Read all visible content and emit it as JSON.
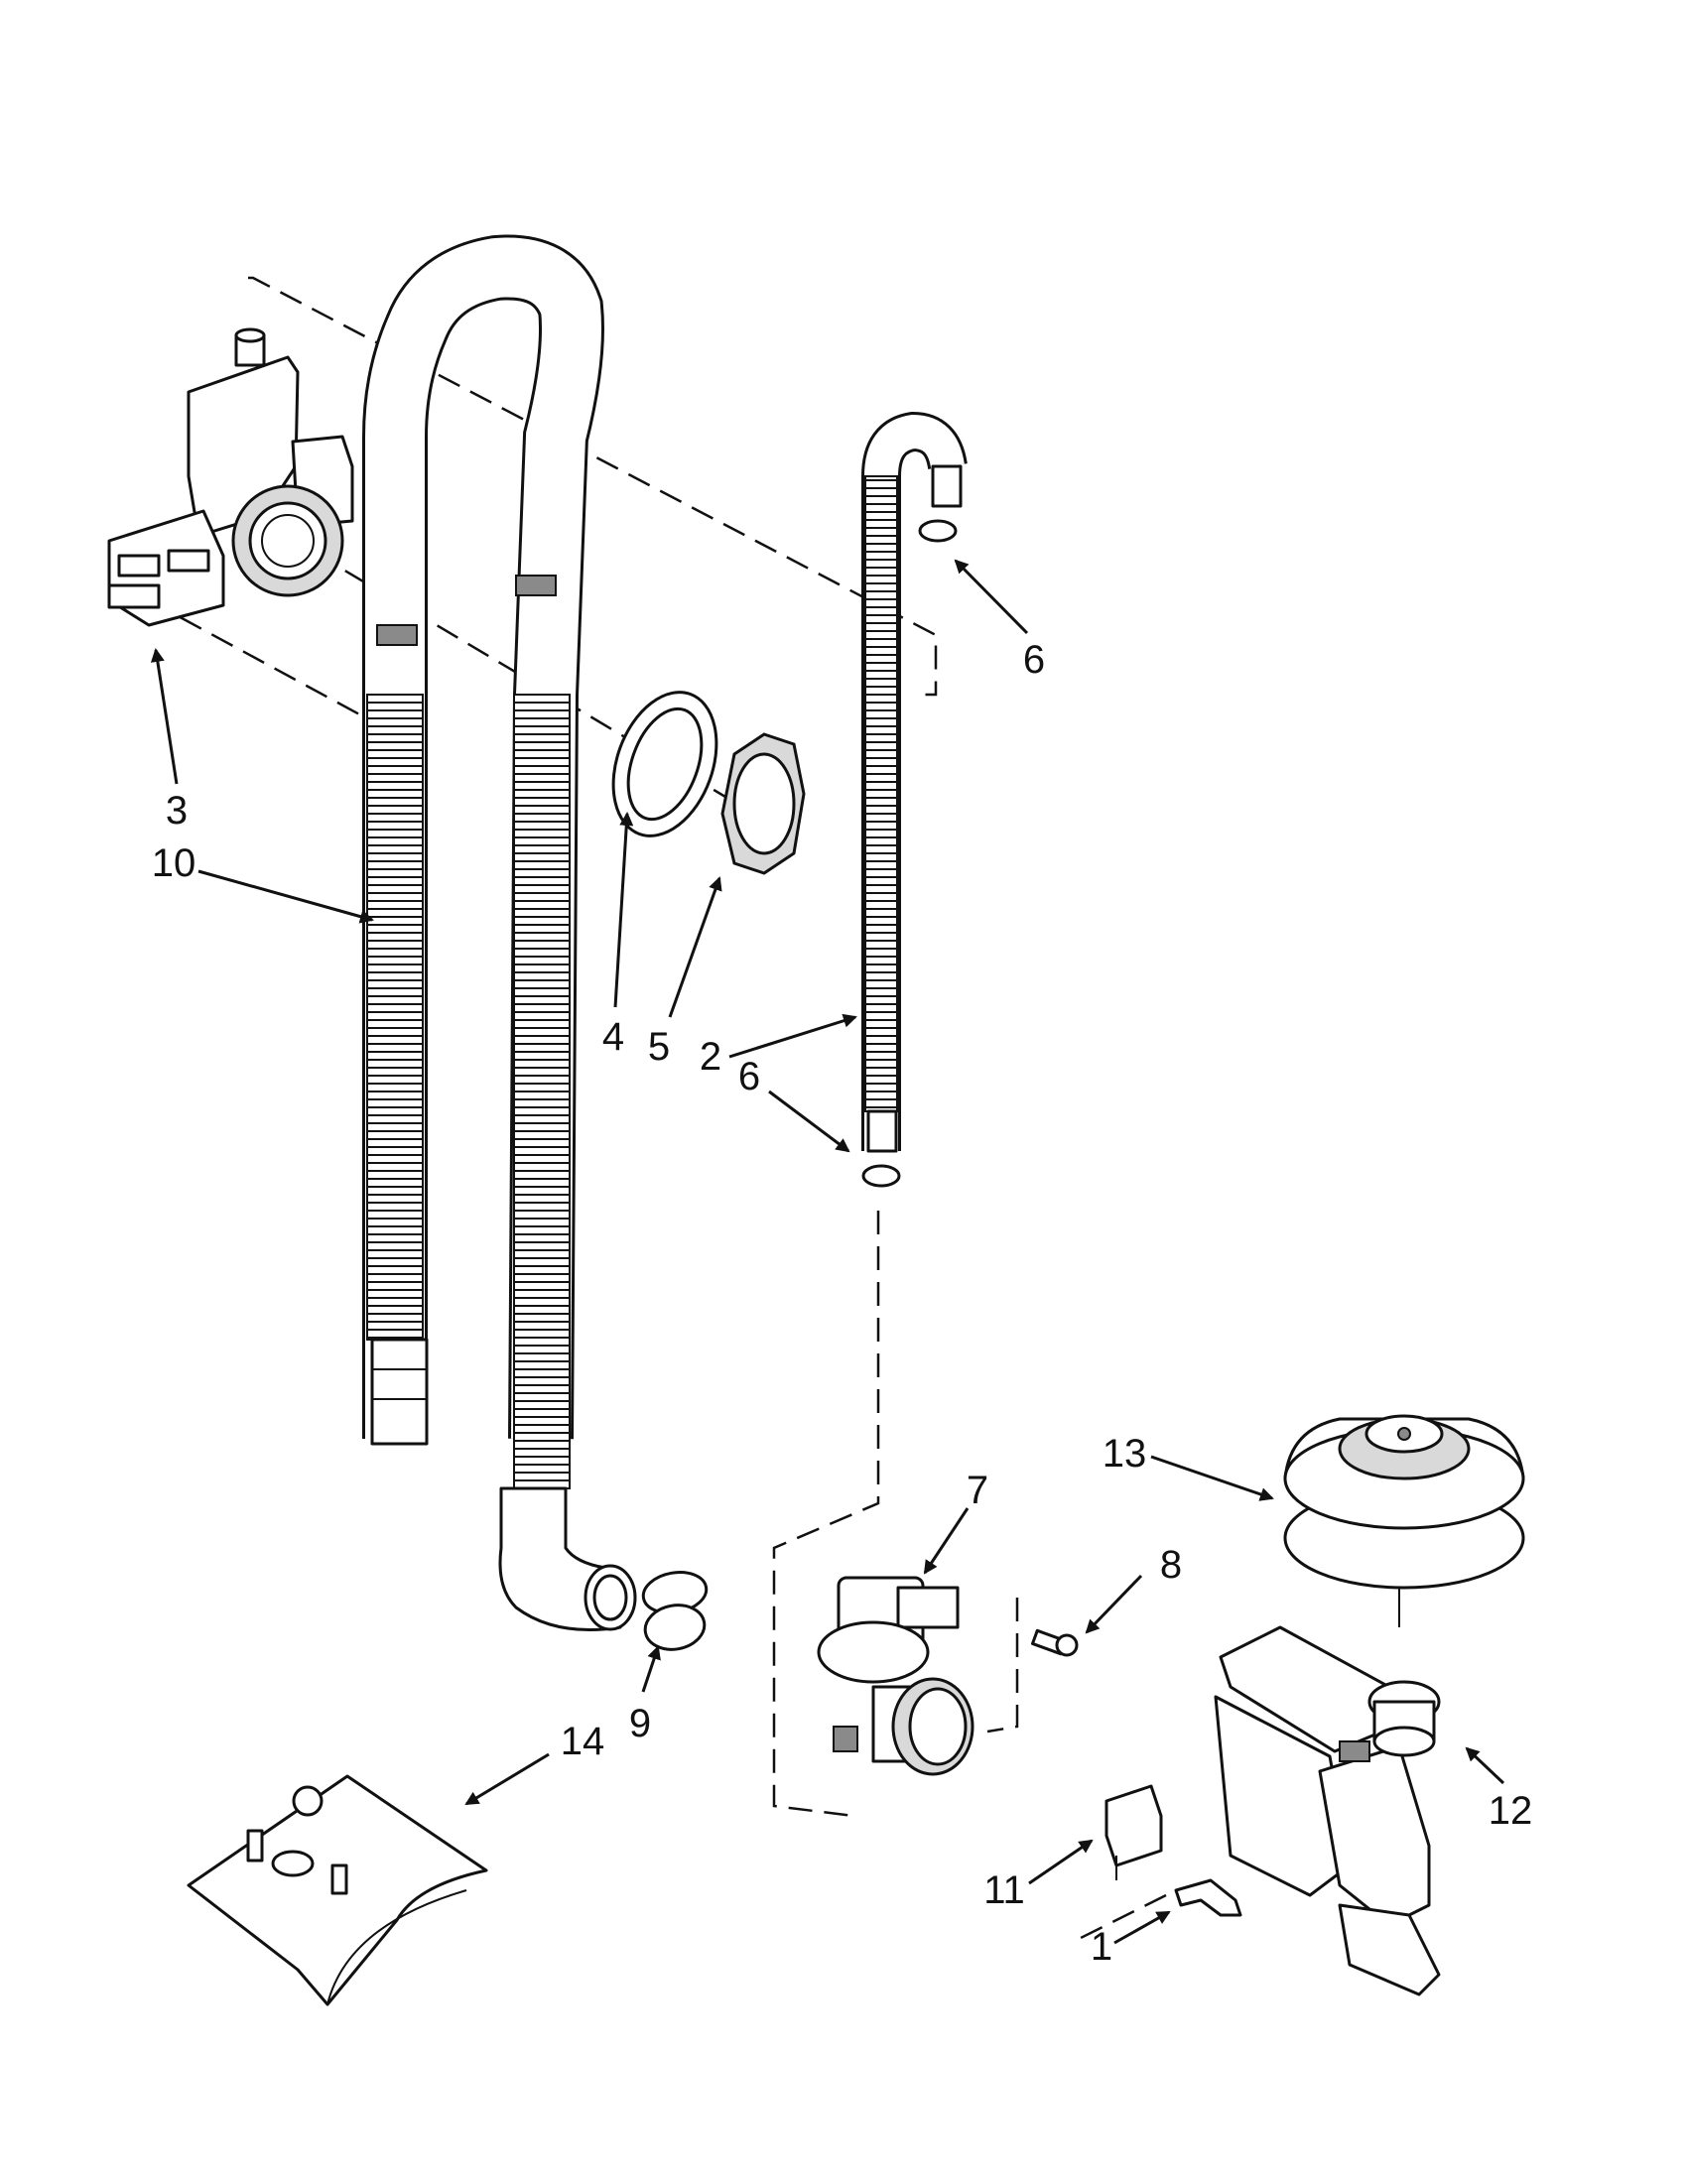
{
  "callouts": [
    {
      "id": "c1",
      "text": "1"
    },
    {
      "id": "c2",
      "text": "2"
    },
    {
      "id": "c3",
      "text": "3"
    },
    {
      "id": "c4",
      "text": "4"
    },
    {
      "id": "c5",
      "text": "5"
    },
    {
      "id": "c6a",
      "text": "6"
    },
    {
      "id": "c6b",
      "text": "6"
    },
    {
      "id": "c7",
      "text": "7"
    },
    {
      "id": "c8",
      "text": "8"
    },
    {
      "id": "c9",
      "text": "9"
    },
    {
      "id": "c10",
      "text": "10"
    },
    {
      "id": "c11",
      "text": "11"
    },
    {
      "id": "c12",
      "text": "12"
    },
    {
      "id": "c13",
      "text": "13"
    },
    {
      "id": "c14",
      "text": "14"
    }
  ]
}
